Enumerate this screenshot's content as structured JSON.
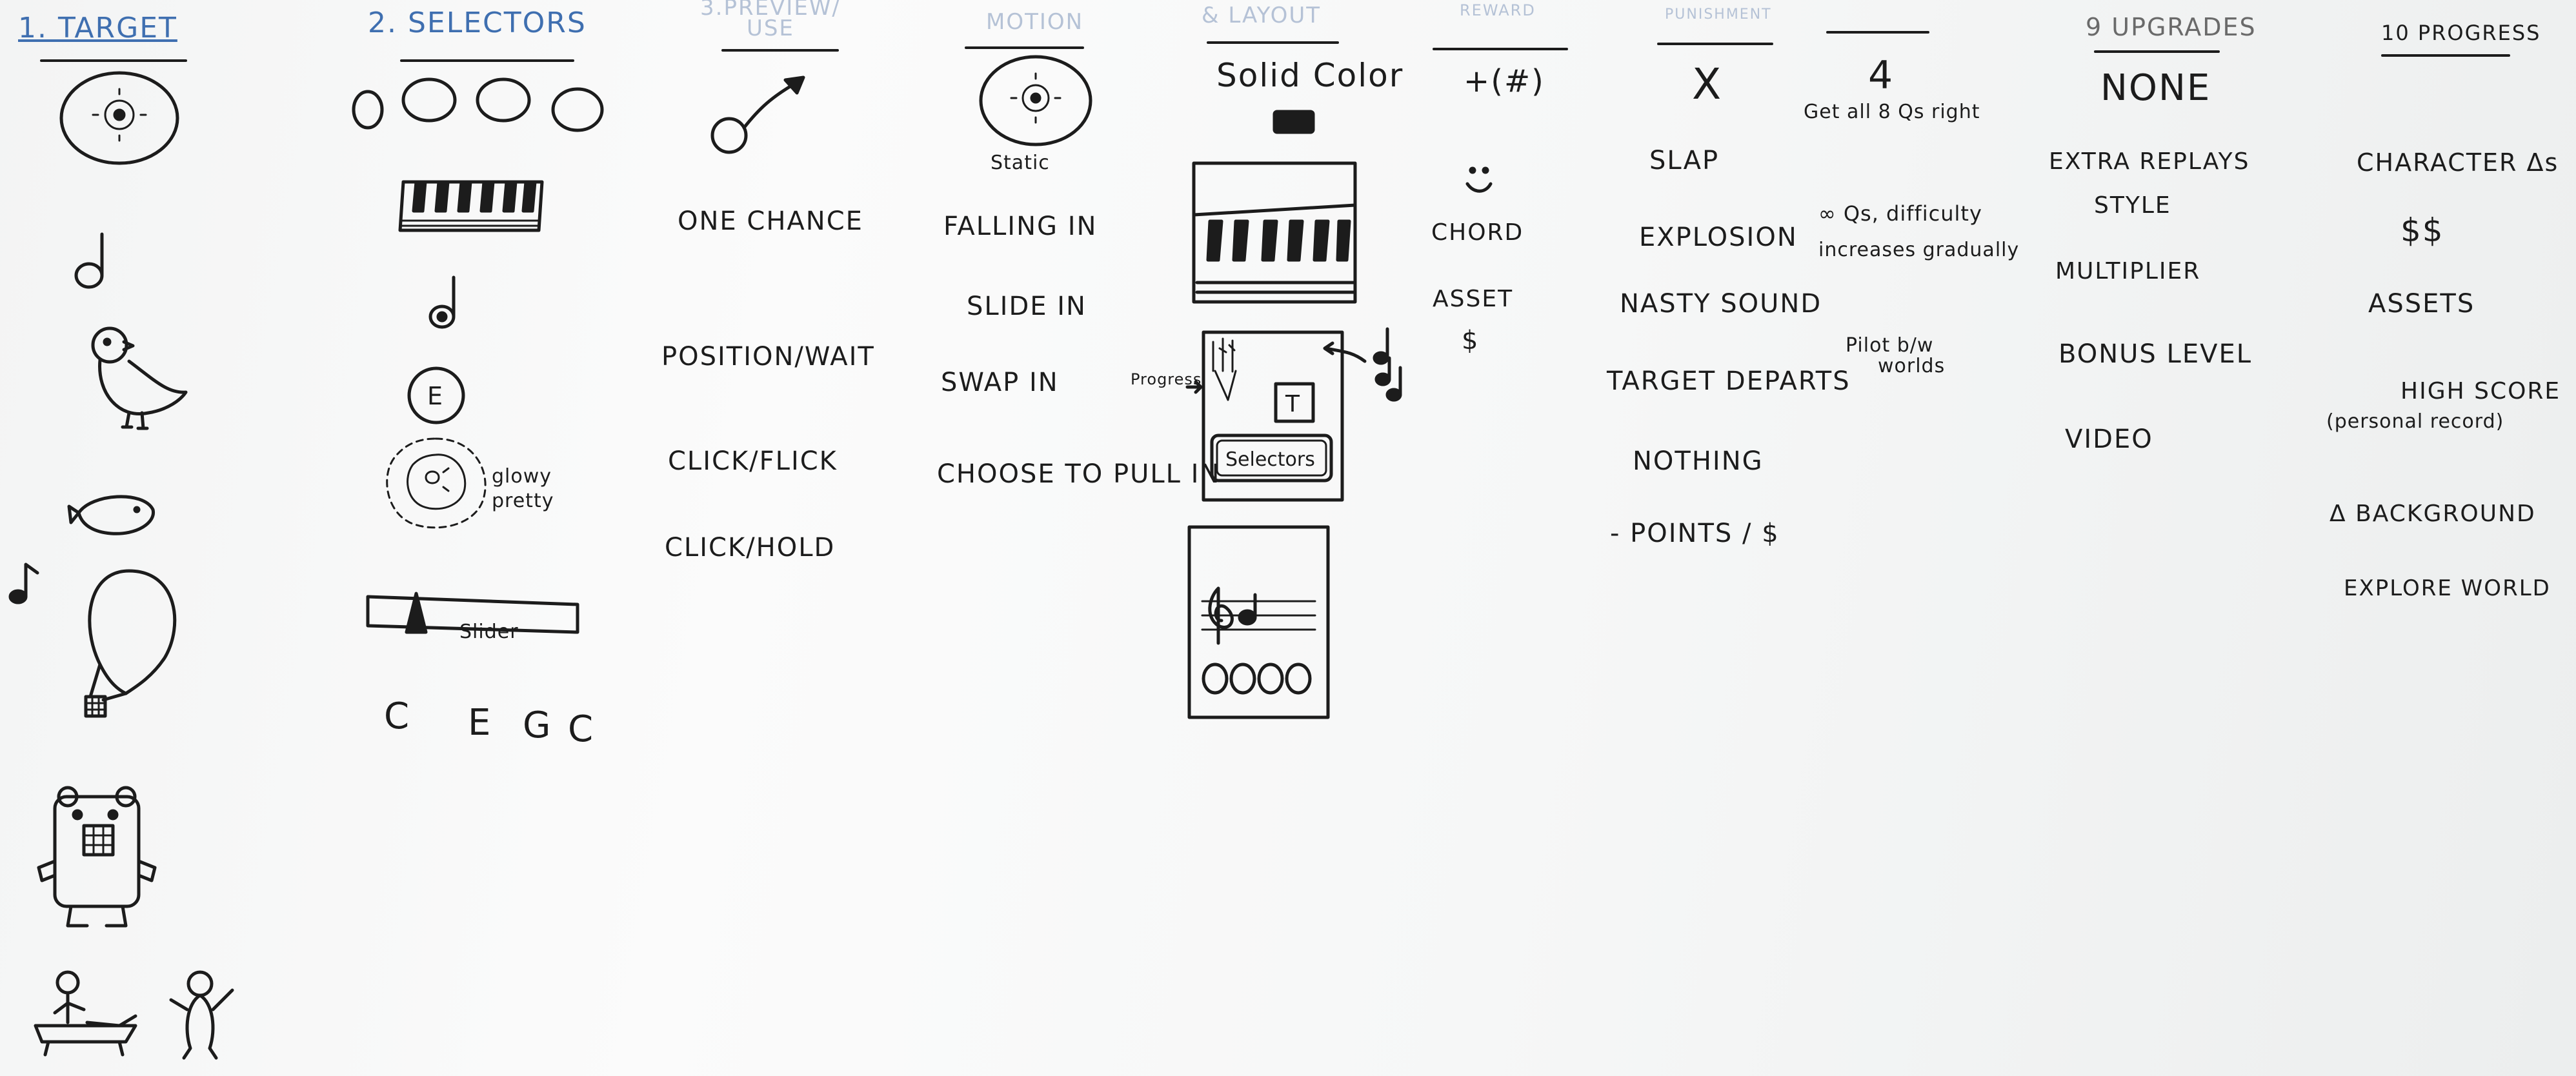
{
  "columns": [
    {
      "id": "target",
      "header": "1. TARGET",
      "items": []
    },
    {
      "id": "selectors",
      "header": "2. SELECTORS",
      "glow_note": "glowy\npretty",
      "slider_label": "Slider",
      "e_circle": "E",
      "notes_row": [
        "C",
        "E",
        "G",
        "C"
      ]
    },
    {
      "id": "preview",
      "header": "3.PREVIEW/\nUSE",
      "items": [
        "ONE CHANCE",
        "POSITION/WAIT",
        "CLICK/FLICK",
        "CLICK/HOLD"
      ]
    },
    {
      "id": "motion",
      "header": "MOTION",
      "static_label": "Static",
      "items": [
        "FALLING IN",
        "SLIDE IN",
        "SWAP IN",
        "CHOOSE TO PULL IN"
      ]
    },
    {
      "id": "layout",
      "header": "& LAYOUT",
      "items": [
        "Solid Color"
      ],
      "progress_label": "Progress",
      "t_box": "T",
      "selectors_box": "Selectors"
    },
    {
      "id": "reward",
      "header": "REWARD",
      "items": [
        "+(#)",
        "CHORD",
        "ASSET",
        "$"
      ]
    },
    {
      "id": "punishment",
      "header": "PUNISHMENT",
      "items": [
        "X",
        "SLAP",
        "EXPLOSION",
        "NASTY SOUND",
        "TARGET DEPARTS",
        "NOTHING",
        "- POINTS / $"
      ]
    },
    {
      "id": "levels",
      "header": "",
      "items": [
        "4",
        "Get all 8 Qs right",
        "∞ Qs, difficulty",
        "increases gradually",
        "Pilot b/w",
        "worlds"
      ]
    },
    {
      "id": "upgrades",
      "header": "9 UPGRADES",
      "items": [
        "NONE",
        "EXTRA REPLAYS",
        "STYLE",
        "MULTIPLIER",
        "BONUS LEVEL",
        "VIDEO"
      ]
    },
    {
      "id": "progress",
      "header": "10 PROGRESS",
      "items": [
        "CHARACTER Δs",
        "$$",
        "ASSETS",
        "HIGH SCORE",
        "(personal record)",
        "Δ BACKGROUND",
        "EXPLORE WORLD"
      ]
    }
  ]
}
